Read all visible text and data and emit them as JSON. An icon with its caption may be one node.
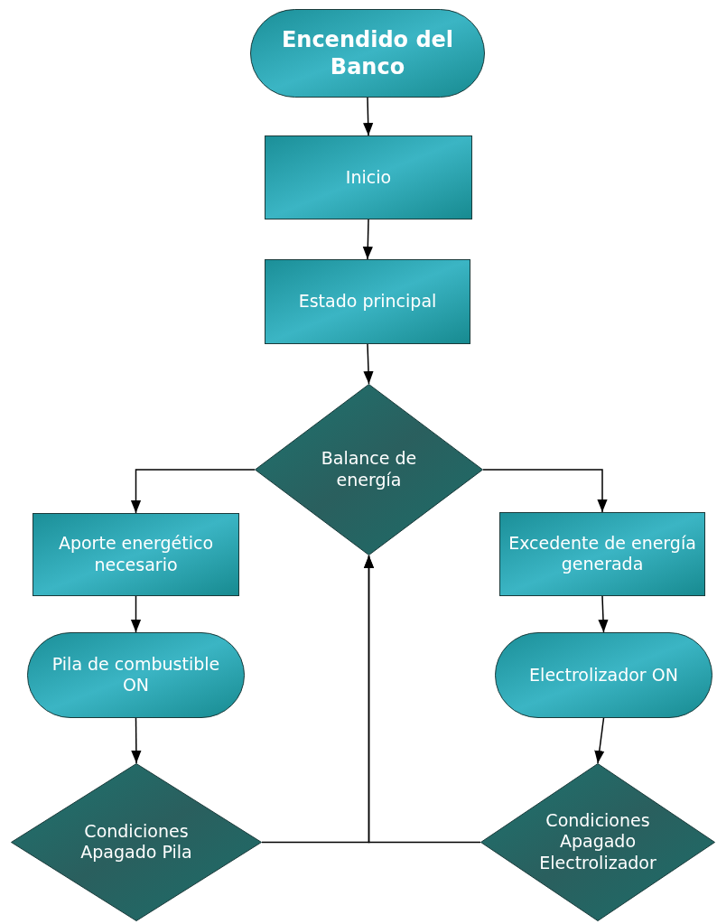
{
  "diagram": {
    "nodes": [
      {
        "text": [
          "Encendido del Banco"
        ]
      },
      {
        "text": [
          "Inicio"
        ]
      },
      {
        "text": [
          "Estado principal"
        ]
      },
      {
        "text": [
          "Balance de energía"
        ]
      },
      {
        "text": [
          "Aporte energético necesario"
        ]
      },
      {
        "text": [
          "Excedente de energía generada"
        ]
      },
      {
        "text": [
          "Pila de combustible ON"
        ]
      },
      {
        "text": [
          "Electrolizador ON"
        ]
      },
      {
        "text": [
          "Condiciones Apagado Pila"
        ]
      },
      {
        "text": [
          "Condiciones Apagado Electrolizador"
        ]
      }
    ],
    "edges": [
      {
        "from": 0,
        "to": 1,
        "arrow": "to"
      },
      {
        "from": 1,
        "to": 2,
        "arrow": "to"
      },
      {
        "from": 2,
        "to": 3,
        "arrow": "to"
      },
      {
        "from": 3,
        "to": 4,
        "arrow": "to"
      },
      {
        "from": 3,
        "to": 5,
        "arrow": "to"
      },
      {
        "from": 4,
        "to": 6,
        "arrow": "to"
      },
      {
        "from": 5,
        "to": 7,
        "arrow": "to"
      },
      {
        "from": 6,
        "to": 8,
        "arrow": "to"
      },
      {
        "from": 7,
        "to": 9,
        "arrow": "to"
      },
      {
        "from": 8,
        "to": 3,
        "arrow": "to"
      },
      {
        "from": 9,
        "to": 3,
        "arrow": "to"
      }
    ]
  }
}
